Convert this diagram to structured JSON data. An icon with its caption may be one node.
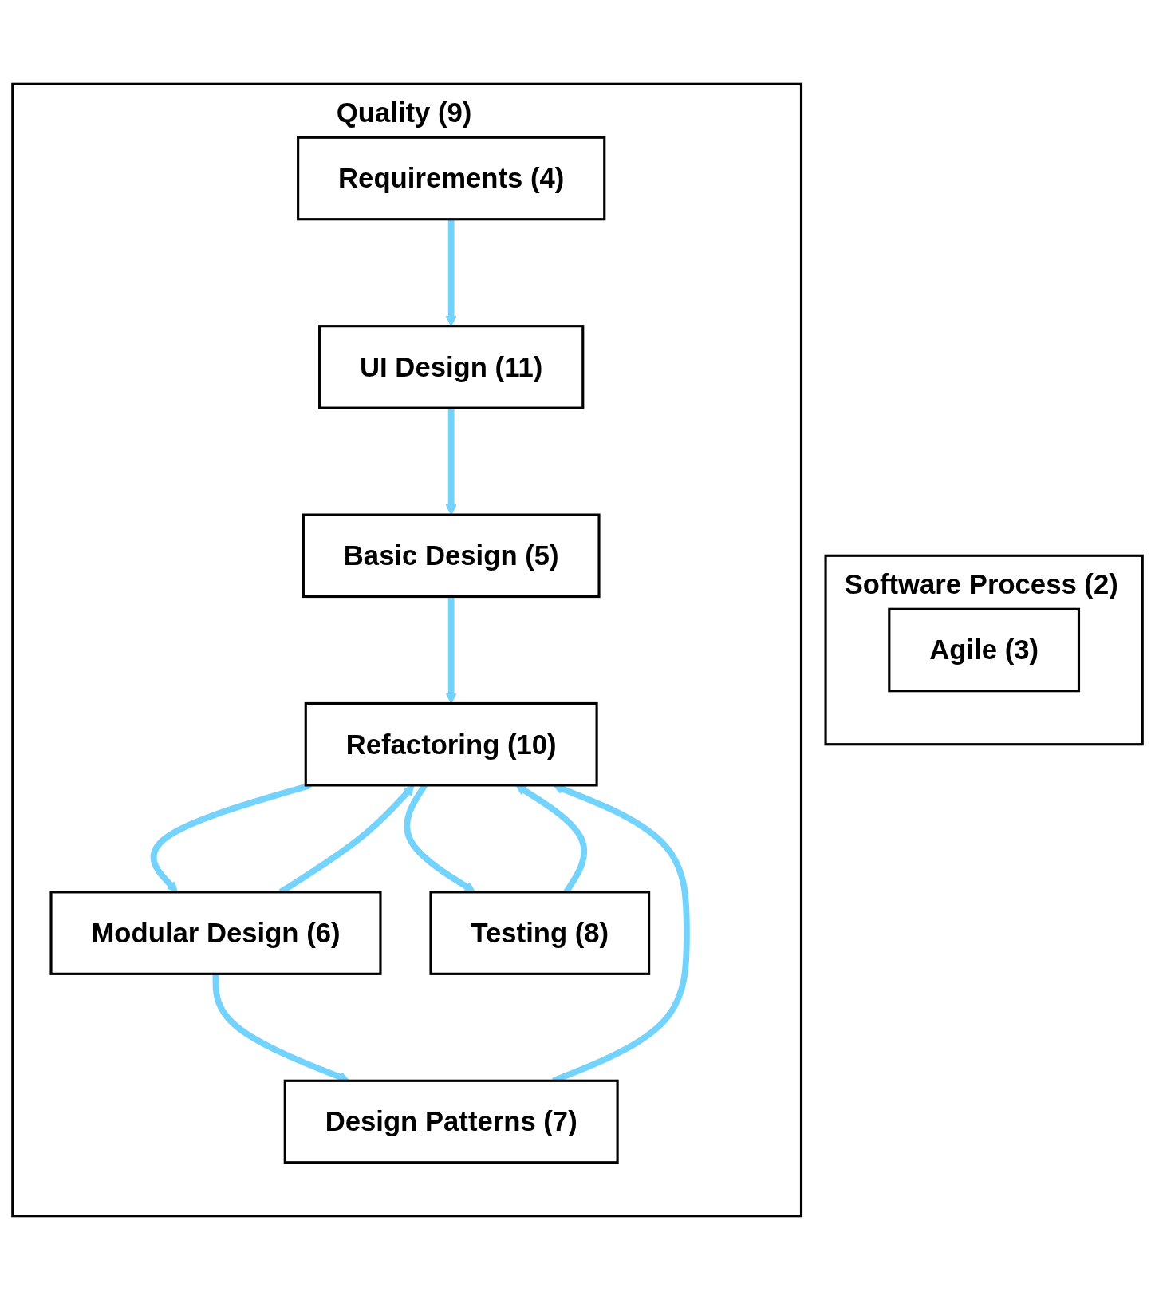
{
  "diagram": {
    "nodes": [
      {
        "text": [
          "Software Process (2)"
        ]
      },
      {
        "text": [
          "Agile (3)"
        ],
        "in": 0
      },
      {
        "text": [
          "Quality (9)"
        ]
      },
      {
        "text": [
          "Requirements (4)"
        ],
        "in": 2
      },
      {
        "text": [
          "UI Design (11)"
        ],
        "in": 2
      },
      {
        "text": [
          "Basic Design (5)"
        ],
        "in": 2
      },
      {
        "text": [
          "Refactoring (10)"
        ],
        "in": 2
      },
      {
        "text": [
          "Modular Design (6)"
        ],
        "in": 2
      },
      {
        "text": [
          "Testing (8)"
        ],
        "in": 2
      },
      {
        "text": [
          "Design Patterns (7)"
        ],
        "in": 2
      }
    ],
    "edges": [
      {
        "from": 3,
        "to": 4,
        "arrow": "to"
      },
      {
        "from": 4,
        "to": 5,
        "arrow": "to"
      },
      {
        "from": 5,
        "to": 6,
        "arrow": "to"
      },
      {
        "from": 6,
        "to": 7,
        "arrow": "to"
      },
      {
        "from": 6,
        "to": 8,
        "arrow": "to"
      },
      {
        "from": 7,
        "to": 6,
        "arrow": "to"
      },
      {
        "from": 8,
        "to": 6,
        "arrow": "to"
      },
      {
        "from": 7,
        "to": 9,
        "arrow": "to"
      },
      {
        "from": 9,
        "to": 6,
        "arrow": "to"
      }
    ]
  }
}
